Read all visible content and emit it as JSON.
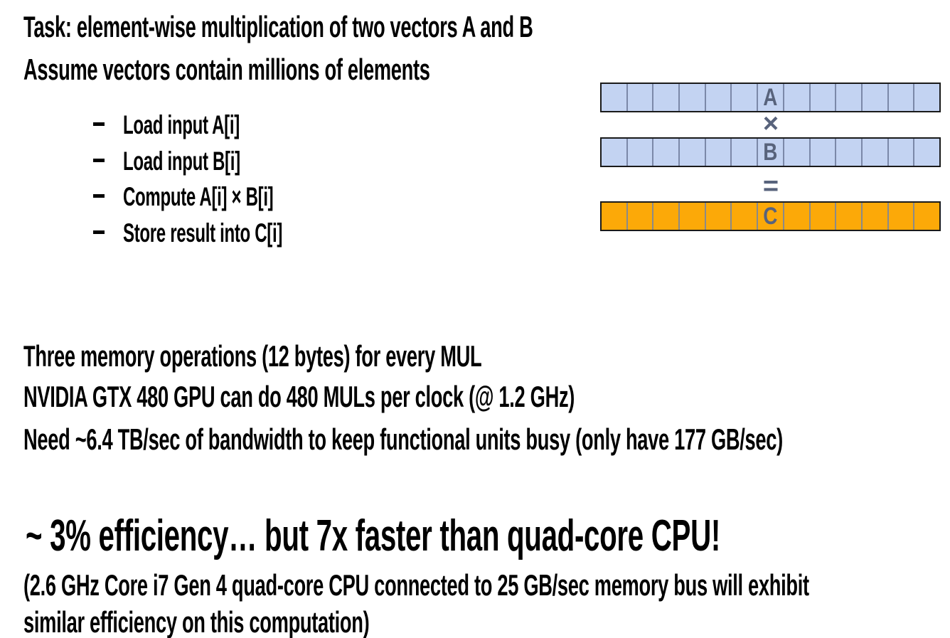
{
  "slide": {
    "title_line1": "Task: element-wise multiplication of two vectors A and B",
    "title_line2": "Assume vectors contain millions of elements",
    "bullets": [
      "Load input A[i]",
      "Load input B[i]",
      "Compute A[i] × B[i]",
      "Store result into C[i]"
    ],
    "facts": [
      "Three memory operations (12 bytes) for every MUL",
      "NVIDIA GTX 480 GPU can do 480 MULs per clock (@ 1.2 GHz)",
      "Need ~6.4 TB/sec of bandwidth to keep functional units busy (only have 177 GB/sec)"
    ],
    "conclusion": "~ 3% efficiency… but 7x faster than quad-core CPU!",
    "footnote_line1": "(2.6 GHz Core i7 Gen 4 quad-core CPU connected to 25 GB/sec memory bus will exhibit",
    "footnote_line2": "similar efficiency on this computation)"
  },
  "diagram": {
    "operator_multiply": "×",
    "operator_equals": "=",
    "label_color": "#58637c",
    "outer_border_color": "#1a1a1a",
    "vectors": [
      {
        "label": "A",
        "cells": 13,
        "label_cell_index": 6,
        "fill": "#c3d3f2",
        "divider_color": "#7b88a8"
      },
      {
        "label": "B",
        "cells": 13,
        "label_cell_index": 6,
        "fill": "#c3d3f2",
        "divider_color": "#7b88a8"
      },
      {
        "label": "C",
        "cells": 13,
        "label_cell_index": 6,
        "fill": "#fca908",
        "divider_color": "#8a8a8a"
      }
    ]
  },
  "colors": {
    "background": "#ffffff",
    "text": "#000000"
  }
}
